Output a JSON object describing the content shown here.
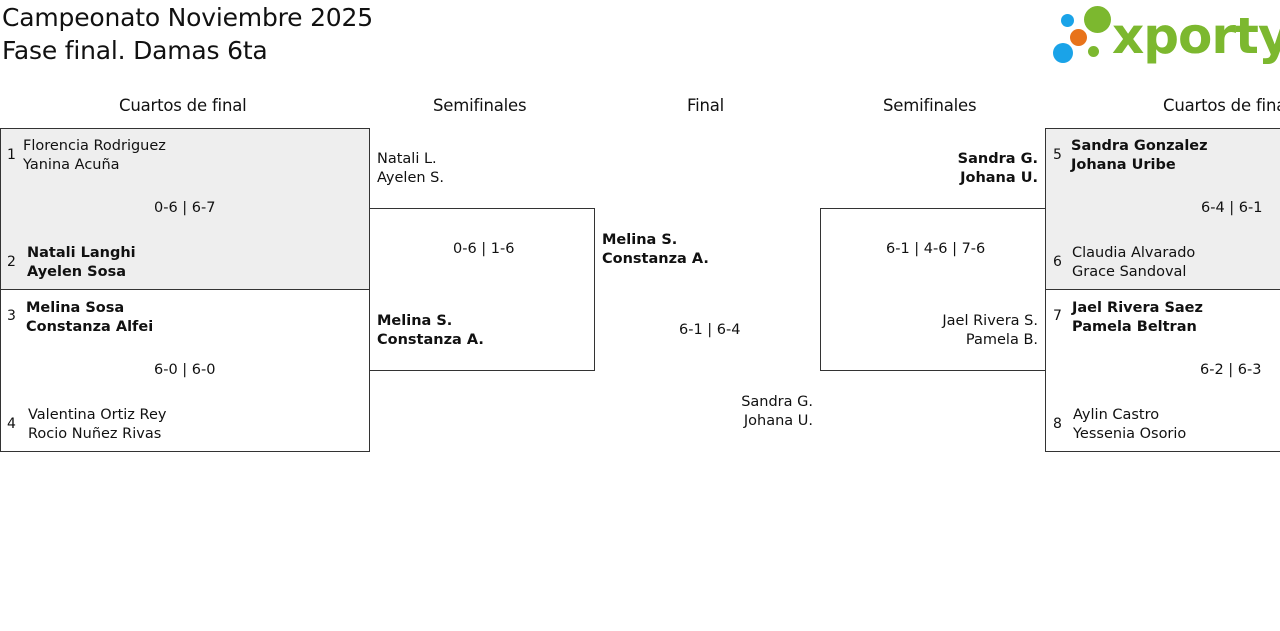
{
  "header": {
    "title_line1": "Campeonato Noviembre 2025",
    "title_line2": "Fase final. Damas 6ta"
  },
  "logo": {
    "text": "xporty",
    "colors": {
      "green": "#7cb82f",
      "blue": "#1aa3e8",
      "orange": "#e8731a"
    }
  },
  "rounds": {
    "left_quarters": "Cuartos de final",
    "left_semis": "Semifinales",
    "final": "Final",
    "right_semis": "Semifinales",
    "right_quarters": "Cuartos de final"
  },
  "quarters_left": [
    {
      "top": {
        "seed": "1",
        "player1": "Florencia Rodriguez",
        "player2": "Yanina Acuña"
      },
      "bottom": {
        "seed": "2",
        "player1": "Natali Langhi",
        "player2": "Ayelen Sosa"
      },
      "score": "0-6 | 6-7"
    },
    {
      "top": {
        "seed": "3",
        "player1": "Melina Sosa",
        "player2": "Constanza Alfei"
      },
      "bottom": {
        "seed": "4",
        "player1": "Valentina Ortiz Rey",
        "player2": "Rocio Nuñez Rivas"
      },
      "score": "6-0 | 6-0"
    }
  ],
  "quarters_right": [
    {
      "top": {
        "seed": "5",
        "player1": "Sandra Gonzalez",
        "player2": "Johana Uribe"
      },
      "bottom": {
        "seed": "6",
        "player1": "Claudia Alvarado",
        "player2": "Grace Sandoval"
      },
      "score": "6-4 | 6-1"
    },
    {
      "top": {
        "seed": "7",
        "player1": "Jael Rivera Saez",
        "player2": "Pamela Beltran"
      },
      "bottom": {
        "seed": "8",
        "player1": "Aylin Castro",
        "player2": "Yessenia Osorio"
      },
      "score": "6-2 | 6-3"
    }
  ],
  "semis_left": {
    "top": {
      "player1": "Natali L.",
      "player2": "Ayelen S."
    },
    "bottom": {
      "player1": "Melina S.",
      "player2": "Constanza A."
    },
    "score": "0-6 | 1-6"
  },
  "semis_right": {
    "top": {
      "player1": "Sandra G.",
      "player2": "Johana U."
    },
    "bottom": {
      "player1": "Jael Rivera S.",
      "player2": "Pamela B."
    },
    "score": "6-1 | 4-6 | 7-6"
  },
  "final": {
    "top": {
      "player1": "Melina S.",
      "player2": "Constanza A."
    },
    "bottom": {
      "player1": "Sandra G.",
      "player2": "Johana U."
    },
    "score": "6-1 | 6-4"
  }
}
